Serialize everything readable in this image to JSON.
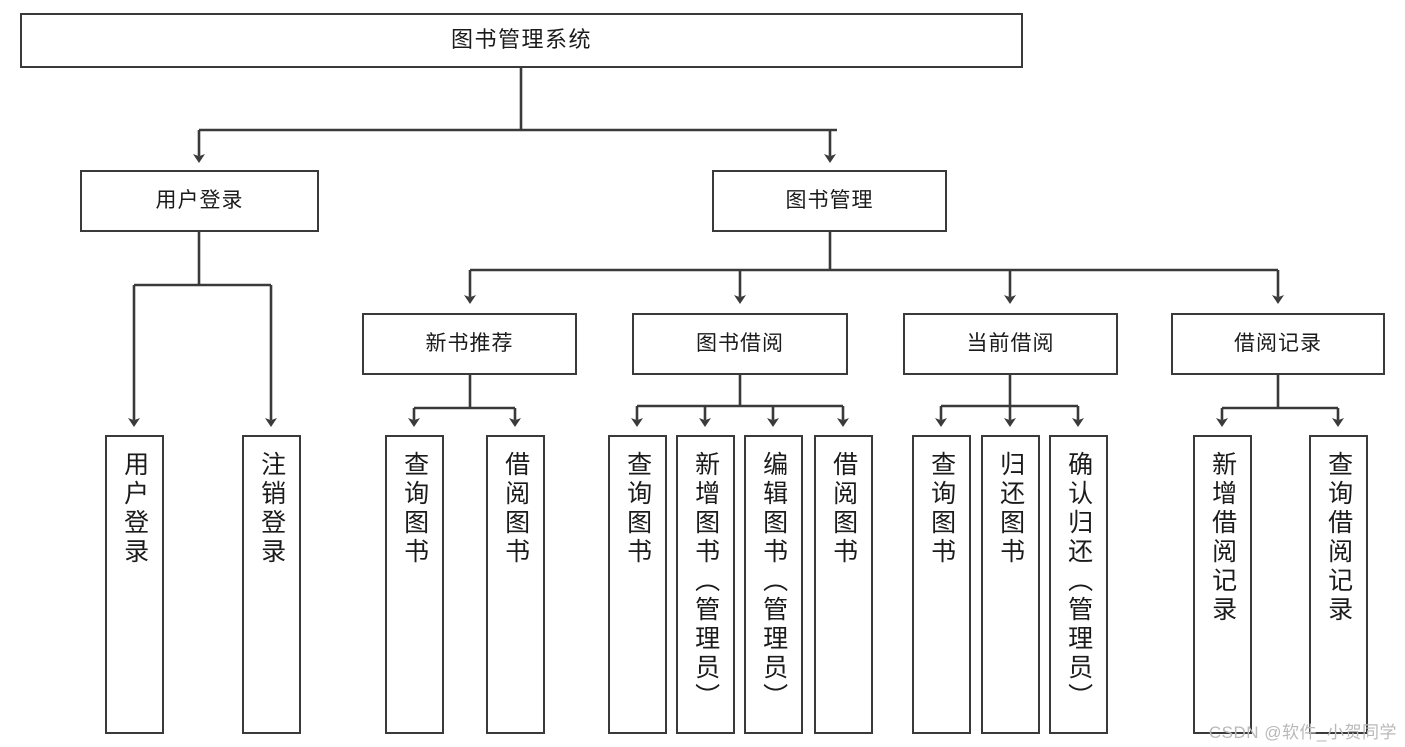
{
  "diagram": {
    "title": "图书管理系统",
    "type": "功能结构图",
    "watermark": "CSDN @软件_小贺同学",
    "colors": {
      "box_border": "#3a3a3a",
      "box_fill": "#ffffff",
      "line": "#3a3a3a",
      "text": "#1b1b1b",
      "watermark": "#b9b9b9"
    }
  },
  "nodes": {
    "root": {
      "label": "图书管理系统"
    },
    "level2": [
      {
        "label": "用户登录"
      },
      {
        "label": "图书管理"
      }
    ],
    "level3": [
      {
        "label": "新书推荐"
      },
      {
        "label": "图书借阅"
      },
      {
        "label": "当前借阅"
      },
      {
        "label": "借阅记录"
      }
    ],
    "leaves": {
      "user_login": [
        {
          "label": "用户登录"
        },
        {
          "label": "注销登录"
        }
      ],
      "new_book": [
        {
          "label": "查询图书"
        },
        {
          "label": "借阅图书"
        }
      ],
      "borrow_book": [
        {
          "label": "查询图书"
        },
        {
          "label": "新增图书（管理员）"
        },
        {
          "label": "编辑图书（管理员）"
        },
        {
          "label": "借阅图书"
        }
      ],
      "current_borrow": [
        {
          "label": "查询图书"
        },
        {
          "label": "归还图书"
        },
        {
          "label": "确认归还（管理员）"
        }
      ],
      "borrow_record": [
        {
          "label": "新增借阅记录"
        },
        {
          "label": "查询借阅记录"
        }
      ]
    }
  }
}
